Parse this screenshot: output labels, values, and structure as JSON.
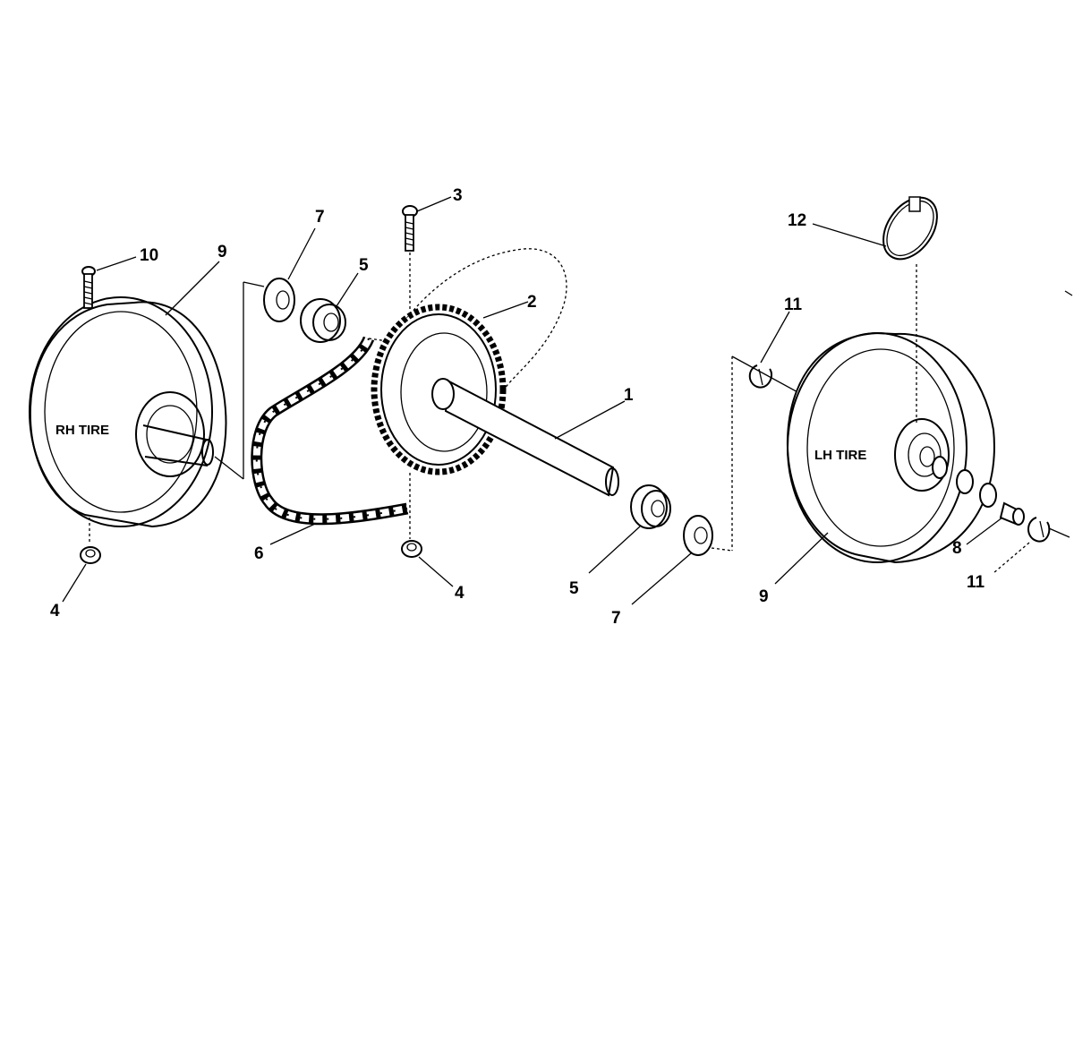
{
  "callouts": {
    "c1": "1",
    "c2": "2",
    "c3": "3",
    "c4_left": "4",
    "c4_mid": "4",
    "c5_top": "5",
    "c5_bottom": "5",
    "c6": "6",
    "c7_top": "7",
    "c7_bottom": "7",
    "c8": "8",
    "c9_left": "9",
    "c9_right": "9",
    "c10": "10",
    "c11_top": "11",
    "c11_bottom": "11",
    "c12": "12"
  },
  "tire_labels": {
    "rh": "RH TIRE",
    "lh": "LH TIRE"
  }
}
